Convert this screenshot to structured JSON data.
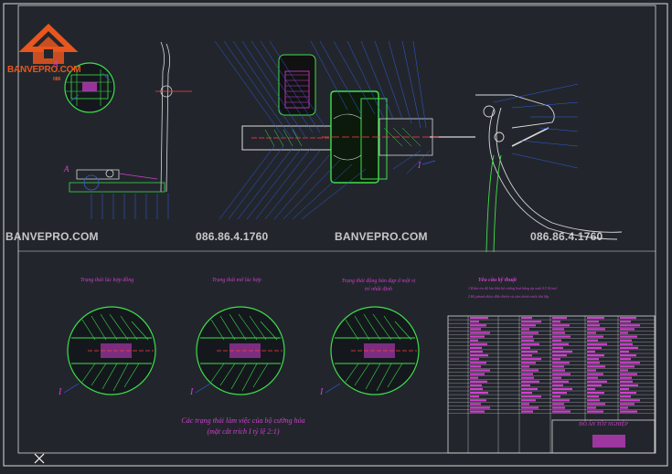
{
  "watermarks": [
    "BANVEPRO.COM",
    "086.86.4.1760",
    "BANVEPRO.COM",
    "086.86.4.1760"
  ],
  "logo": {
    "text": "BANVEPRO.COM",
    "sub": "086"
  },
  "detail_captions": [
    "Trạng thái lúc hợp đồng",
    "Trạng thái mở lúc hợp",
    "Trạng thái động bàn đạp ở một vị trí nhất định"
  ],
  "section_caption": [
    "Các trạng thái làm việc của bộ cường hóa",
    "(mặt cắt trích I tỷ lệ 2:1)"
  ],
  "tech_req": {
    "title": "Yêu cầu kỹ thuật",
    "line1": "1.Kiểm tra độ kín khít bộ cường hoá bằng áp suất 0.5 N/cm2",
    "line2": "2.Bộ phanh được điều khiển và cân chỉnh trước khi lắp"
  },
  "title_block": {
    "label": "ĐỒ ÁN TỐT NGHIỆP"
  },
  "markers": {
    "section": "I",
    "detail": "A"
  },
  "icons": [
    "house-logo-icon",
    "close-icon"
  ],
  "colors": {
    "background": "#22262c",
    "line_blue": "#2f5ce0",
    "line_green": "#3ee04a",
    "line_magenta": "#d23fd0",
    "frame": "#d9d9d9",
    "logo": "#e9561e"
  }
}
